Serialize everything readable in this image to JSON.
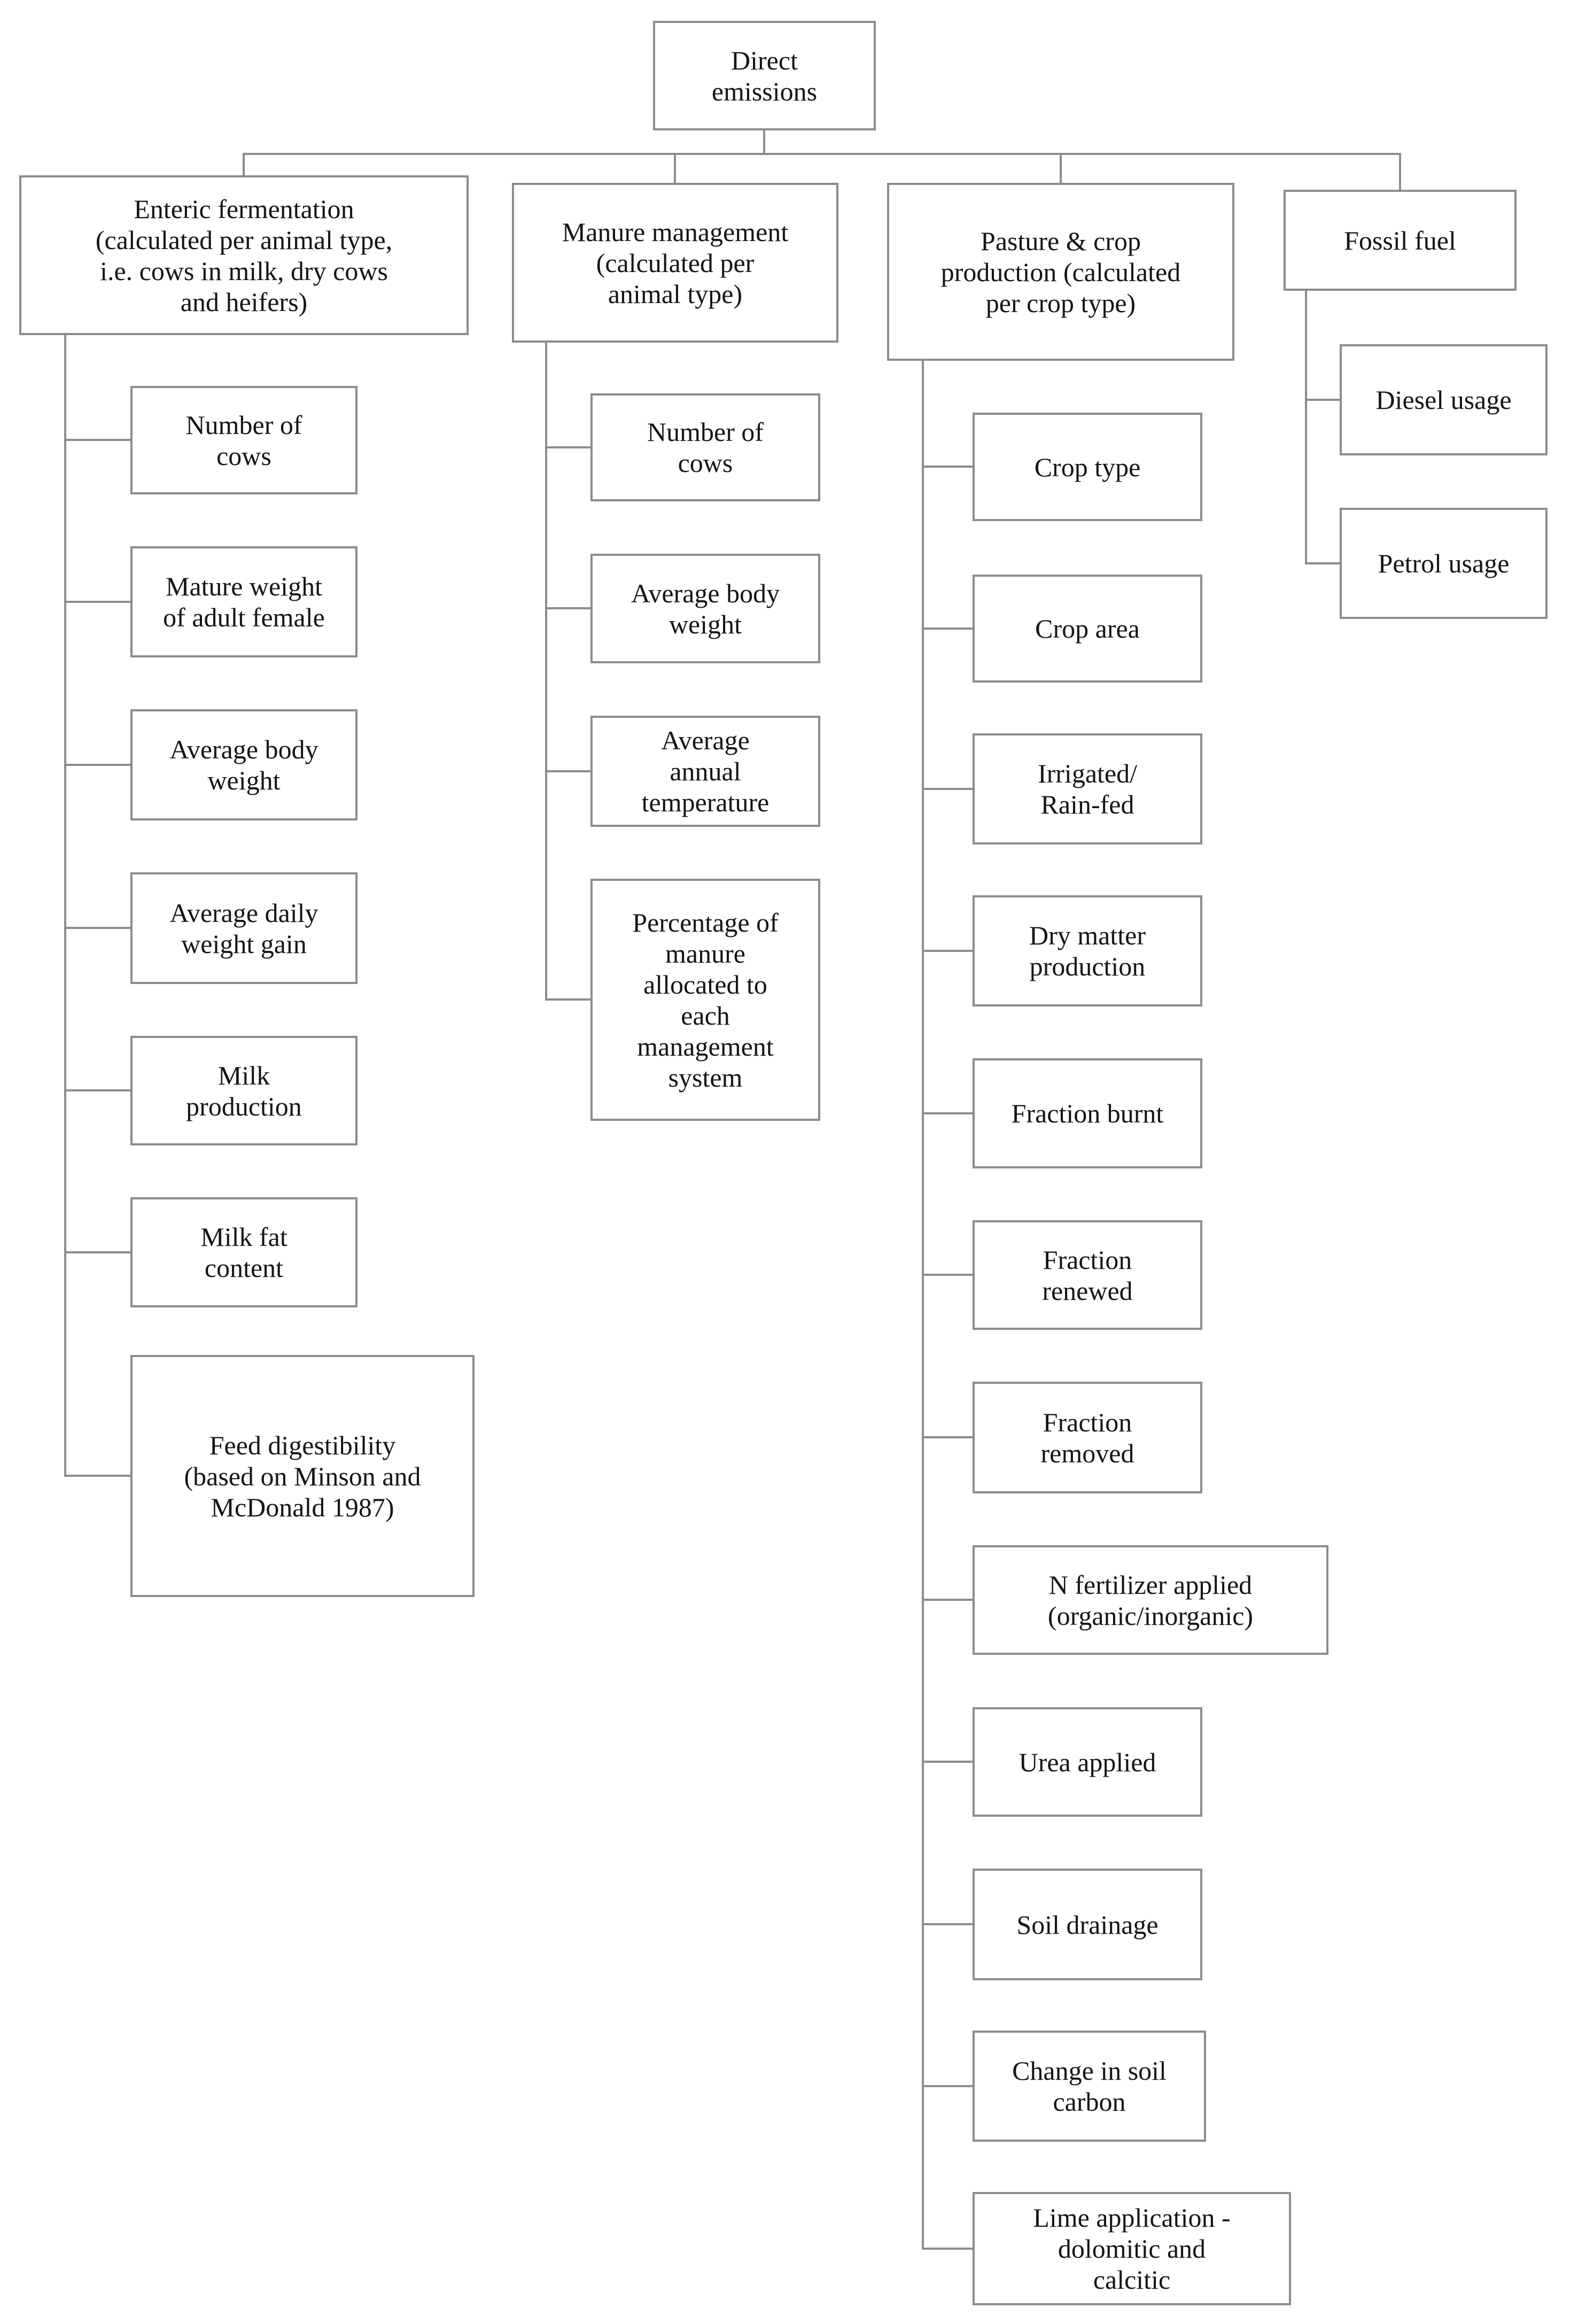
{
  "colors": {
    "line": "#8c8c8c",
    "text": "#151515"
  },
  "tree": {
    "root": {
      "label": "Direct\nemissions"
    },
    "branches": [
      {
        "label": "Enteric fermentation\n(calculated per animal type,\ni.e. cows in milk, dry cows\nand heifers)",
        "children": [
          {
            "label": "Number of\ncows"
          },
          {
            "label": "Mature weight\nof adult female"
          },
          {
            "label": "Average body\nweight"
          },
          {
            "label": "Average daily\nweight gain"
          },
          {
            "label": "Milk\nproduction"
          },
          {
            "label": "Milk fat\ncontent"
          },
          {
            "label": "Feed digestibility\n(based on Minson and\nMcDonald 1987)"
          }
        ]
      },
      {
        "label": "Manure management\n(calculated per\nanimal type)",
        "children": [
          {
            "label": "Number of\ncows"
          },
          {
            "label": "Average body\nweight"
          },
          {
            "label": "Average\nannual\ntemperature"
          },
          {
            "label": "Percentage of\nmanure\nallocated to\neach\nmanagement\nsystem"
          }
        ]
      },
      {
        "label": "Pasture & crop\nproduction (calculated\nper crop type)",
        "children": [
          {
            "label": "Crop type"
          },
          {
            "label": "Crop area"
          },
          {
            "label": "Irrigated/\nRain-fed"
          },
          {
            "label": "Dry matter\nproduction"
          },
          {
            "label": "Fraction burnt"
          },
          {
            "label": "Fraction\nrenewed"
          },
          {
            "label": "Fraction\nremoved"
          },
          {
            "label": "N fertilizer applied\n(organic/inorganic)"
          },
          {
            "label": "Urea applied"
          },
          {
            "label": "Soil drainage"
          },
          {
            "label": "Change in soil\ncarbon"
          },
          {
            "label": "Lime application -\ndolomitic and\ncalcitic"
          }
        ]
      },
      {
        "label": "Fossil fuel",
        "children": [
          {
            "label": "Diesel usage"
          },
          {
            "label": "Petrol usage"
          }
        ]
      }
    ]
  }
}
